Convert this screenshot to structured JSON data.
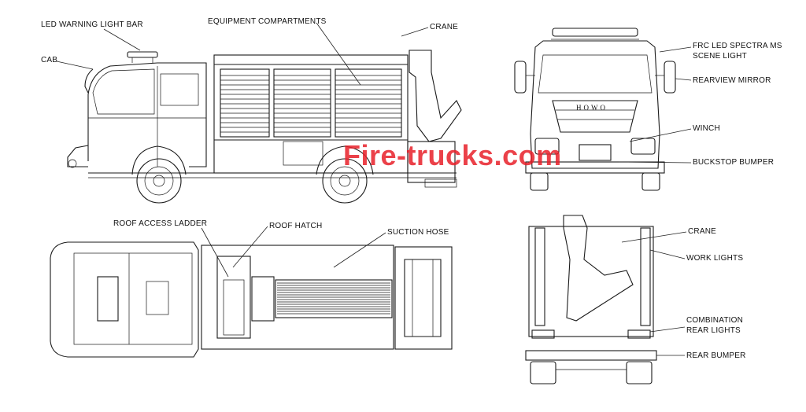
{
  "colors": {
    "line": "#1a1a1a",
    "watermark": "#e8202a"
  },
  "watermark": "Fire-trucks.com",
  "brand_on_grille": "HOWO",
  "labels": {
    "led_warning_light_bar": "LED WARNING LIGHT BAR",
    "equipment_compartments": "EQUIPMENT COMPARTMENTS",
    "crane_side": "CRANE",
    "cab": "CAB",
    "frc_led_1": "FRC LED SPECTRA MS",
    "frc_led_2": "SCENE LIGHT",
    "rearview_mirror": "REARVIEW MIRROR",
    "winch": "WINCH",
    "buckstop_bumper": "BUCKSTOP BUMPER",
    "roof_access_ladder": "ROOF ACCESS LADDER",
    "roof_hatch": "ROOF HATCH",
    "suction_hose": "SUCTION HOSE",
    "crane_rear": "CRANE",
    "work_lights": "WORK LIGHTS",
    "combination_rear_lights_1": "COMBINATION",
    "combination_rear_lights_2": "REAR LIGHTS",
    "rear_bumper": "REAR BUMPER"
  }
}
